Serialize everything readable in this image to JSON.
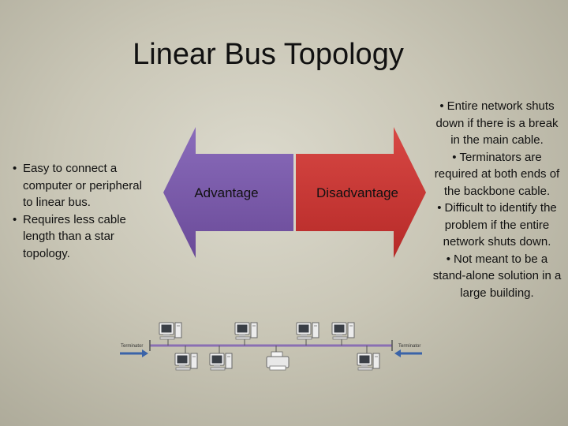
{
  "title": "Linear Bus Topology",
  "left_bullets": [
    "Easy to connect a computer or peripheral to linear bus.",
    "Requires less cable length than a star topology."
  ],
  "right_bullets": [
    "Entire network shuts down if there is a break in the main cable.",
    "Terminators are required at both ends of the backbone cable.",
    "Difficult to identify the problem if the entire network shuts down.",
    "Not meant to be a stand-alone solution in a large building."
  ],
  "arrows": {
    "advantage": {
      "label": "Advantage",
      "color": "#7a5aa8"
    },
    "disadvantage": {
      "label": "Disadvantage",
      "color": "#c73834"
    }
  },
  "network": {
    "bus_color": "#8a6fb3",
    "terminator_left": "Terminator",
    "terminator_right": "Terminator"
  }
}
